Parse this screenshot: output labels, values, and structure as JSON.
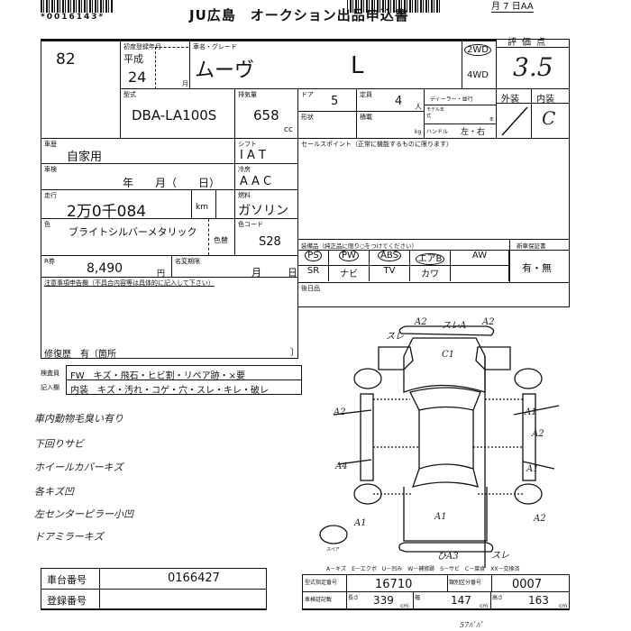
{
  "header": {
    "barcode_left": "*0016143*",
    "title": "JU広島　オークション出品申込書",
    "date": "月 7 日AA"
  },
  "lot": {
    "number": "82"
  },
  "reg": {
    "label": "初度登録年月",
    "era": "平成",
    "year": "24",
    "month_unit": "月"
  },
  "car": {
    "label": "車名・グレード",
    "name": "ムーヴ",
    "grade": "L"
  },
  "drive": {
    "selected": "2WD",
    "other": "4WD"
  },
  "score": {
    "label": "評価点",
    "value": "3.5",
    "exterior_label": "外装",
    "interior_label": "内装",
    "exterior": "/",
    "interior": "C"
  },
  "model": {
    "label": "型式",
    "value": "DBA-LA100S"
  },
  "displacement": {
    "label": "排気量",
    "value": "658",
    "unit": "cc"
  },
  "doors": {
    "label": "ドア",
    "value": "5",
    "body_label": "形状"
  },
  "capacity": {
    "label": "定員",
    "value": "4",
    "unit": "人",
    "load_label": "積載",
    "load_unit": "kg"
  },
  "dealer": {
    "label": "ディーラー・並行",
    "model_year_label": "モデル年式",
    "year_unit": "年",
    "handle_label": "ハンドル",
    "handle_value": "左・右"
  },
  "history": {
    "label": "車歴",
    "value": "自家用"
  },
  "inspection": {
    "label": "車検",
    "value": "年　　月（　　日）"
  },
  "mileage": {
    "label": "走行",
    "value": "2万0千084",
    "unit": "km"
  },
  "color": {
    "label": "色",
    "value": "ブライトシルバーメタリック",
    "change_label": "色替",
    "code_label": "色コード",
    "code": "S28"
  },
  "shift": {
    "label": "シフト",
    "value": "I A T"
  },
  "ac": {
    "label": "冷房",
    "value": "A A C"
  },
  "fuel": {
    "label": "燃料",
    "value": "ガソリン"
  },
  "recycle": {
    "label": "R券",
    "value": "8,490",
    "unit": "円",
    "name_change_label": "名変期限",
    "month": "月",
    "day": "日"
  },
  "sales_point": {
    "label": "セールスポイント（正常に機能するものに限ります）"
  },
  "equipment": {
    "label": "装備品（純正品に限り○をつけてください）",
    "new_car_label": "新車保証書",
    "new_car_value": "有・無",
    "row1": [
      {
        "t": "PS",
        "c": true
      },
      {
        "t": "PW",
        "c": true
      },
      {
        "t": "ABS",
        "c": true
      },
      {
        "t": "エアB",
        "c": true
      },
      {
        "t": "AW",
        "c": false
      }
    ],
    "row2": [
      "SR",
      "ナビ",
      "TV",
      "カワ",
      ""
    ]
  },
  "later": {
    "label": "後日品"
  },
  "notes": {
    "label": "注意事項申告欄（不具合内容等は具体的に記入して下さい）",
    "repair": "修復歴　有〔箇所",
    "repair_end": "〕"
  },
  "inspector": {
    "label1": "検査員",
    "label2": "記入欄",
    "row1": "FW　キズ・飛石・ヒビ割・リペア跡・×要",
    "row2": "内装　キズ・汚れ・コゲ・穴・スレ・キレ・破レ"
  },
  "handwritten": [
    "車内動物毛臭い有り",
    "下回りサビ",
    "ホイールカバーキズ",
    "各キズ凹",
    "左センターピラー小凹",
    "ドアミラーキズ"
  ],
  "diagram": {
    "marks": [
      "A2",
      "スレA",
      "A2",
      "スレ",
      "C1",
      "A2",
      "A1",
      "A2",
      "A1",
      "A4",
      "A1",
      "A1",
      "A2",
      "ひA3",
      "スレ"
    ],
    "spare": "スペア",
    "bottom_note": "57ﾊﾟﾊﾟ"
  },
  "legend": "A－キズ　E－エクボ　U－凹み　W－補修跡　S－サビ　C－腐食　XX－交換済",
  "bottom": {
    "chassis_label": "車台番号",
    "chassis": "0166427",
    "reg_label": "登録番号",
    "type_no_label": "型式指定番号",
    "type_no": "16710",
    "class_no_label": "類別区分番号",
    "class_no": "0007",
    "dim_label": "車検証記載",
    "length_label": "長さ",
    "length": "339",
    "width_label": "幅",
    "width": "147",
    "height_label": "高さ",
    "height": "163",
    "unit": "cm"
  }
}
